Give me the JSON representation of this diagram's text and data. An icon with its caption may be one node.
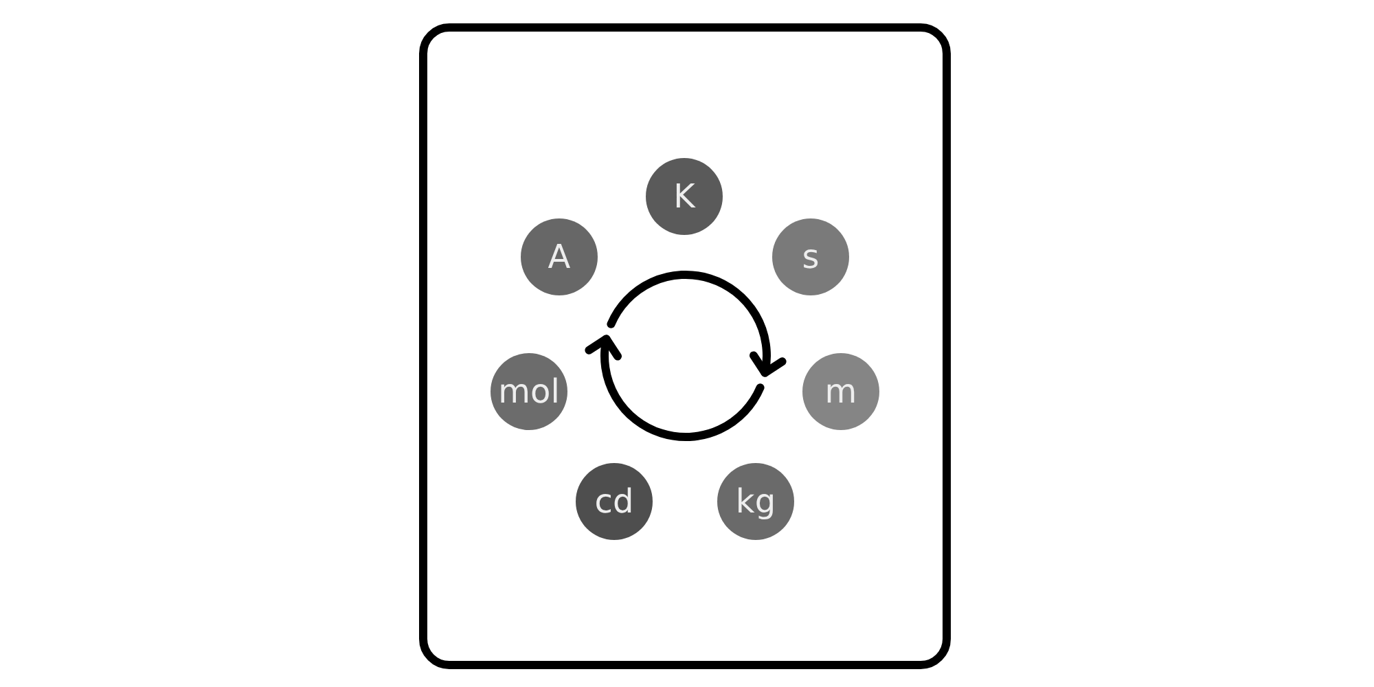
{
  "diagram": {
    "nodes": [
      {
        "text": [
          "K"
        ]
      },
      {
        "text": [
          "A"
        ]
      },
      {
        "text": [
          "s"
        ]
      },
      {
        "text": [
          "mol"
        ]
      },
      {
        "text": [
          "m"
        ]
      },
      {
        "text": [
          "cd"
        ]
      },
      {
        "text": [
          "kg"
        ]
      }
    ]
  }
}
